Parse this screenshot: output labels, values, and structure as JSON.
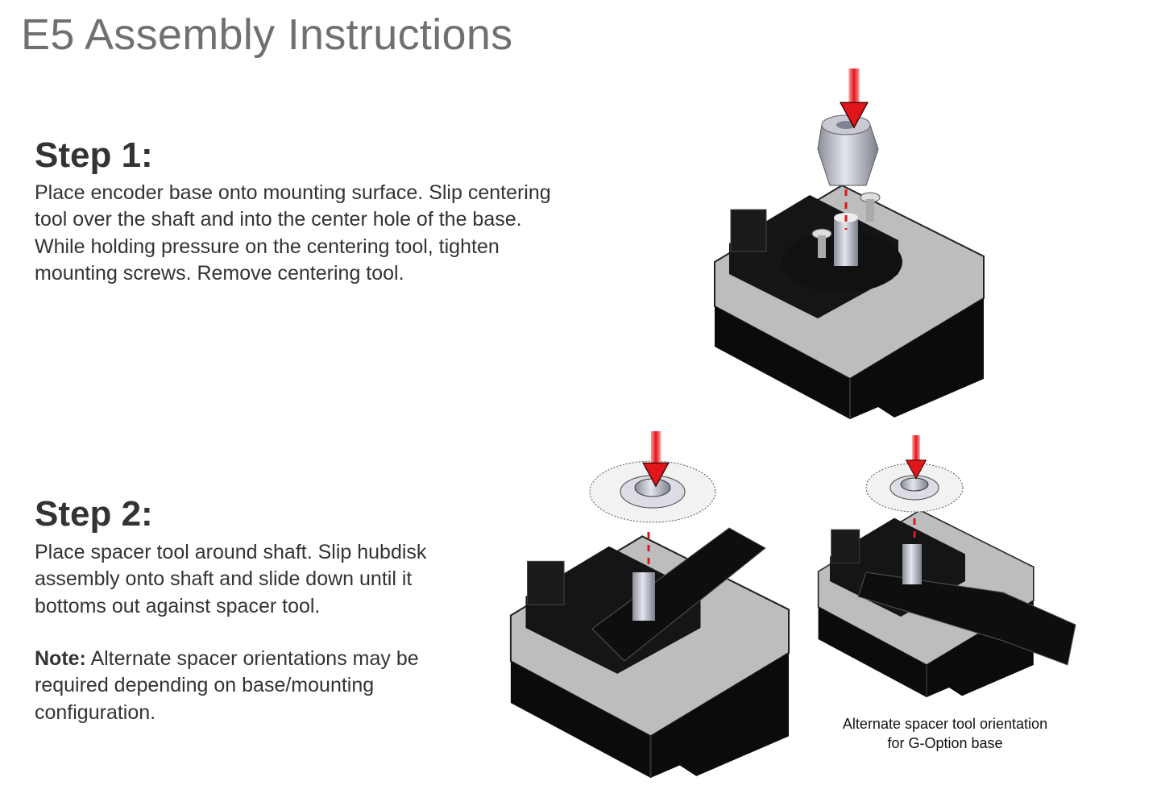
{
  "title": "E5 Assembly Instructions",
  "step1": {
    "heading": "Step 1:",
    "lines": [
      "Place encoder base onto mounting surface. Slip centering",
      "tool over the shaft and into the center hole of the base.",
      "While holding pressure on the centering tool, tighten",
      "mounting screws. Remove centering tool."
    ]
  },
  "step2": {
    "heading": "Step 2:",
    "lines": [
      "Place spacer tool around shaft. Slip hubdisk",
      "assembly onto shaft and slide down until it",
      "bottoms out against spacer tool."
    ],
    "note_label": "Note:",
    "note_lines": [
      " Alternate spacer orientations may be",
      "required depending on base/mounting",
      "configuration."
    ]
  },
  "caption": {
    "line1": "Alternate spacer tool orientation",
    "line2": "for G-Option base"
  },
  "colors": {
    "arrow": "#e0161b",
    "title": "#707070",
    "text": "#333333"
  }
}
